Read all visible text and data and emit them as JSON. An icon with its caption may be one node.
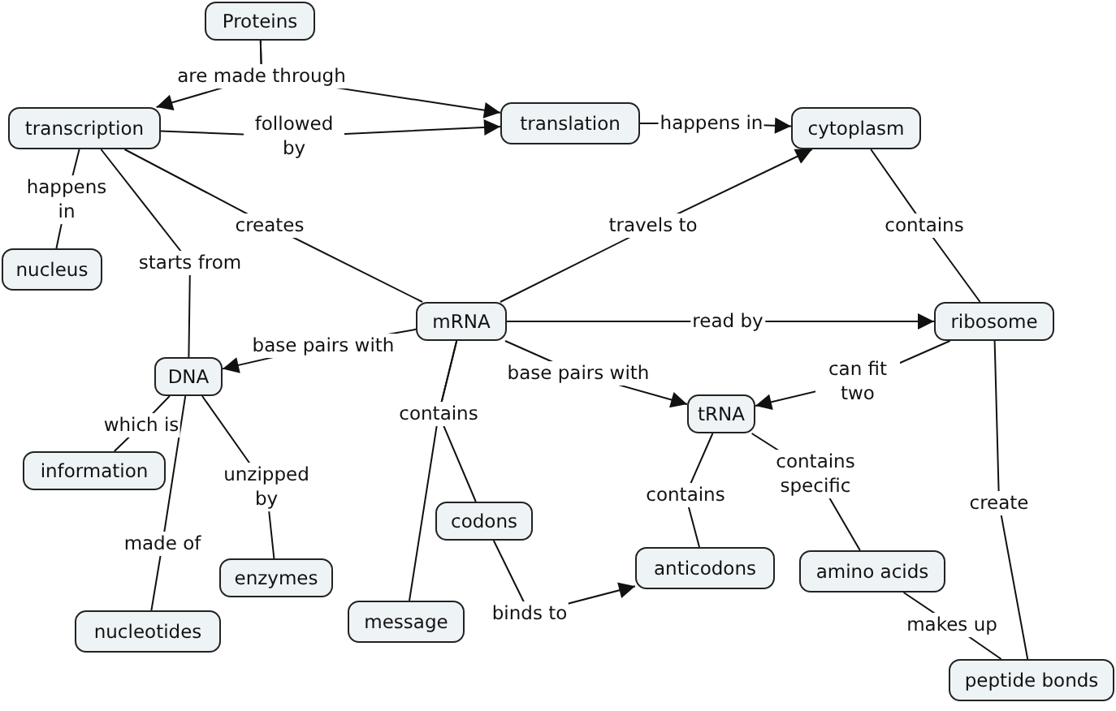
{
  "diagram": {
    "nodes": [
      {
        "text": [
          "Proteins"
        ]
      },
      {
        "text": [
          "transcription"
        ]
      },
      {
        "text": [
          "translation"
        ]
      },
      {
        "text": [
          "cytoplasm"
        ]
      },
      {
        "text": [
          "nucleus"
        ]
      },
      {
        "text": [
          "mRNA"
        ]
      },
      {
        "text": [
          "ribosome"
        ]
      },
      {
        "text": [
          "DNA"
        ]
      },
      {
        "text": [
          "tRNA"
        ]
      },
      {
        "text": [
          "information"
        ]
      },
      {
        "text": [
          "codons"
        ]
      },
      {
        "text": [
          "enzymes"
        ]
      },
      {
        "text": [
          "anticodons"
        ]
      },
      {
        "text": [
          "amino acids"
        ]
      },
      {
        "text": [
          "message"
        ]
      },
      {
        "text": [
          "nucleotides"
        ]
      },
      {
        "text": [
          "peptide bonds"
        ]
      }
    ],
    "edges": [
      {
        "from": 0,
        "to": 1,
        "arrow": "to",
        "label": "are made through"
      },
      {
        "from": 0,
        "to": 2,
        "arrow": "to"
      },
      {
        "from": 1,
        "to": 2,
        "arrow": "to",
        "label": "followed by"
      },
      {
        "from": 2,
        "to": 3,
        "arrow": "to",
        "label": "happens in"
      },
      {
        "from": 1,
        "to": 4,
        "arrow": "none",
        "label": "happens in"
      },
      {
        "from": 1,
        "to": 7,
        "arrow": "none",
        "label": "starts from"
      },
      {
        "from": 1,
        "to": 5,
        "arrow": "none",
        "label": "creates"
      },
      {
        "from": 5,
        "to": 3,
        "arrow": "to",
        "label": "travels to"
      },
      {
        "from": 3,
        "to": 6,
        "arrow": "none",
        "label": "contains"
      },
      {
        "from": 5,
        "to": 6,
        "arrow": "to",
        "label": "read by"
      },
      {
        "from": 5,
        "to": 7,
        "arrow": "to",
        "label": "base pairs with"
      },
      {
        "from": 5,
        "to": 8,
        "arrow": "to",
        "label": "base pairs with"
      },
      {
        "from": 6,
        "to": 8,
        "arrow": "to",
        "label": "can fit two"
      },
      {
        "from": 5,
        "to": 14,
        "arrow": "none",
        "label": "contains"
      },
      {
        "from": 5,
        "to": 10,
        "arrow": "none"
      },
      {
        "from": 7,
        "to": 9,
        "arrow": "none",
        "label": "which is"
      },
      {
        "from": 7,
        "to": 15,
        "arrow": "none",
        "label": "made of"
      },
      {
        "from": 7,
        "to": 11,
        "arrow": "none",
        "label": "unzipped by"
      },
      {
        "from": 8,
        "to": 12,
        "arrow": "none",
        "label": "contains"
      },
      {
        "from": 8,
        "to": 13,
        "arrow": "none",
        "label": "contains specific"
      },
      {
        "from": 10,
        "to": 12,
        "arrow": "to",
        "label": "binds to"
      },
      {
        "from": 6,
        "to": 16,
        "arrow": "none",
        "label": "create"
      },
      {
        "from": 13,
        "to": 16,
        "arrow": "none",
        "label": "makes up"
      }
    ]
  }
}
